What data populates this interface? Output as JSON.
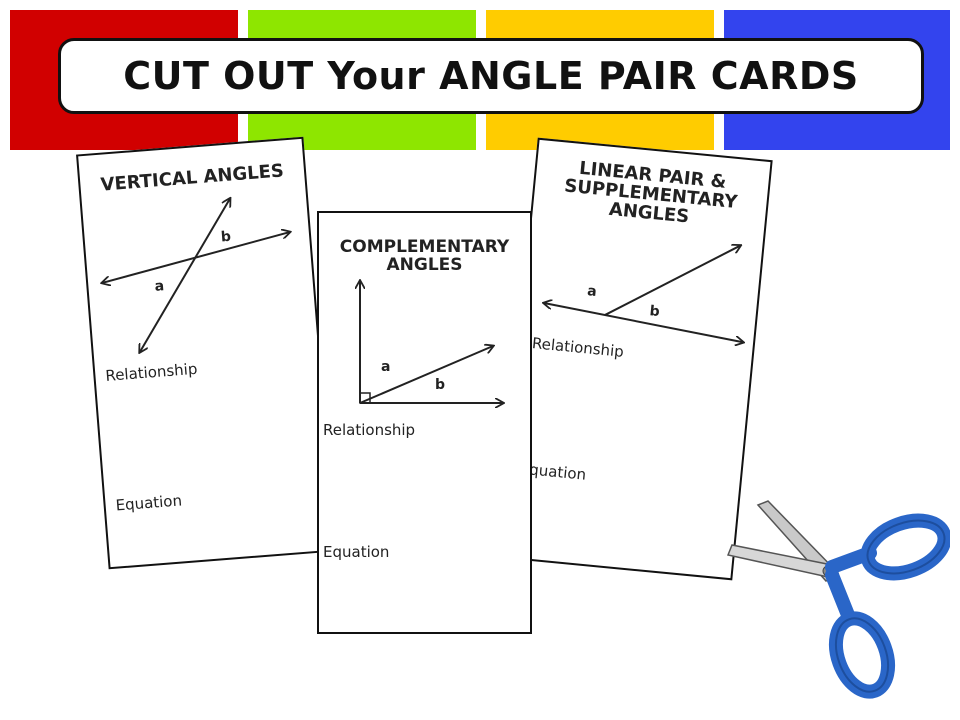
{
  "colors": {
    "band_red": "#d10000",
    "band_green": "#8ee600",
    "band_yellow": "#ffcc00",
    "band_blue": "#3344ee",
    "scissors_handle": "#2a66c8"
  },
  "header": {
    "title": "CUT OUT Your ANGLE PAIR CARDS"
  },
  "cards": [
    {
      "title_line1": "VERTICAL ANGLES",
      "angle_a": "a",
      "angle_b": "b",
      "relationship_label": "Relationship",
      "equation_label": "Equation"
    },
    {
      "title_line1": "COMPLEMENTARY",
      "title_line2": "ANGLES",
      "angle_a": "a",
      "angle_b": "b",
      "relationship_label": "Relationship",
      "equation_label": "Equation"
    },
    {
      "title_line1": "LINEAR PAIR &",
      "title_line2": "SUPPLEMENTARY",
      "title_line3": "ANGLES",
      "angle_a": "a",
      "angle_b": "b",
      "relationship_label": "Relationship",
      "equation_label": "Equation"
    }
  ],
  "icons": {
    "scissors": "scissors-icon"
  }
}
